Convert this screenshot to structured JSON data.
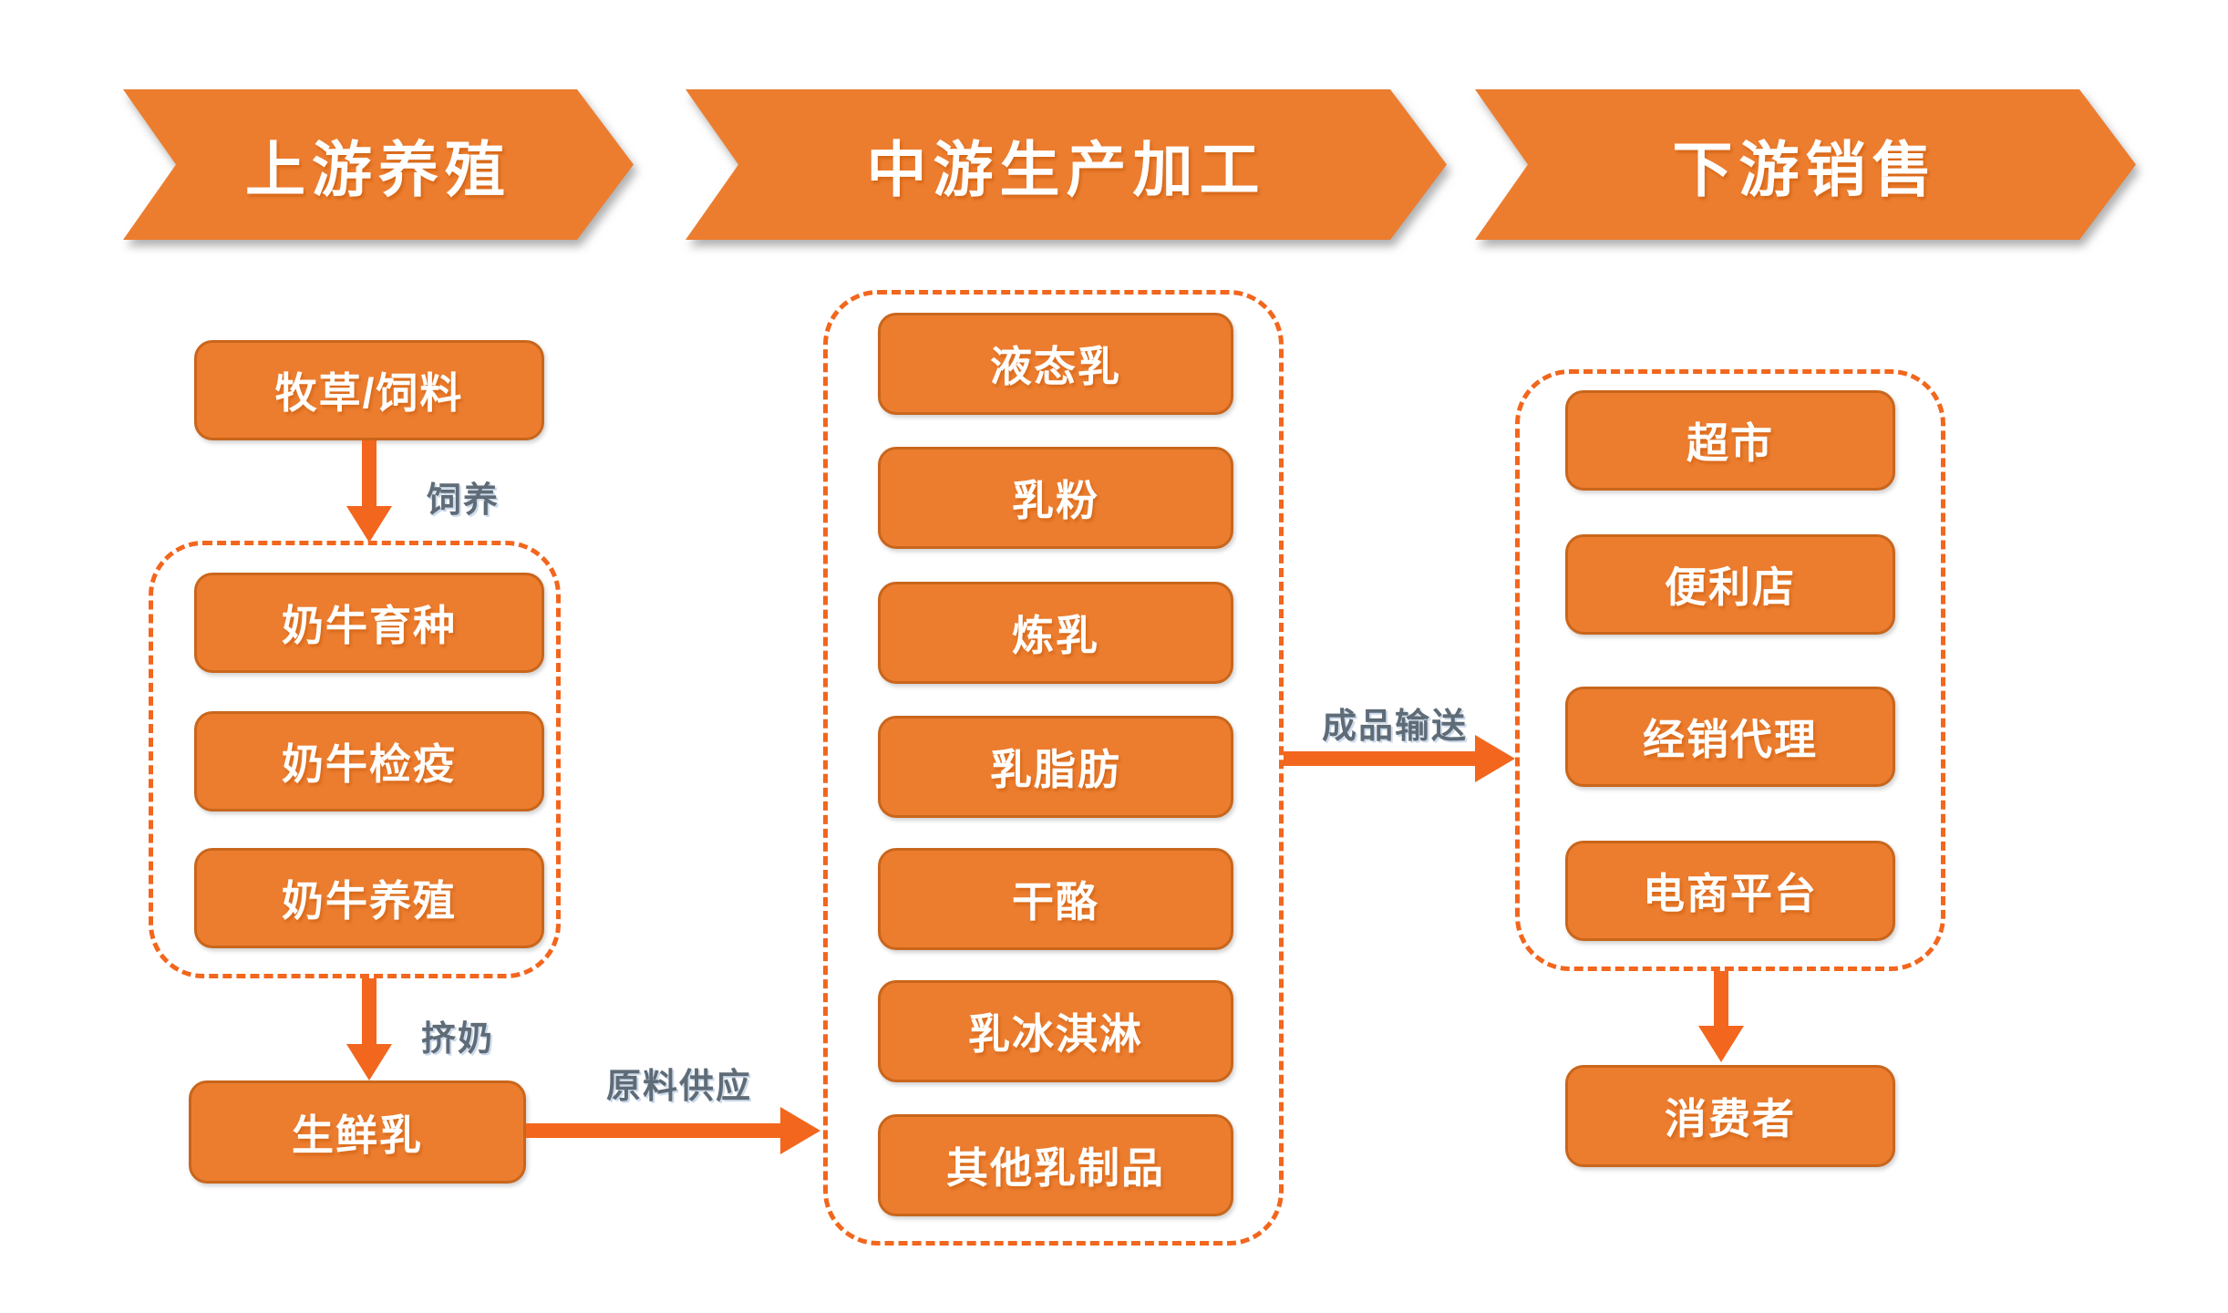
{
  "banners": [
    {
      "label": "上游养殖"
    },
    {
      "label": "中游生产加工"
    },
    {
      "label": "下游销售"
    }
  ],
  "upstream": {
    "feed": "牧草/饲料",
    "feeding_label": "饲养",
    "breeding_group": [
      "奶牛育种",
      "奶牛检疫",
      "奶牛养殖"
    ],
    "milking_label": "挤奶",
    "raw_milk": "生鲜乳"
  },
  "midstream": {
    "products": [
      "液态乳",
      "乳粉",
      "炼乳",
      "乳脂肪",
      "干酪",
      "乳冰淇淋",
      "其他乳制品"
    ]
  },
  "downstream": {
    "channels": [
      "超市",
      "便利店",
      "经销代理",
      "电商平台"
    ],
    "consumer": "消费者"
  },
  "flows": {
    "raw_material_supply": "原料供应",
    "finished_product_delivery": "成品输送"
  },
  "colors": {
    "node_fill": "#EC7D2F",
    "node_border": "#C9661C",
    "accent": "#F2661D",
    "label_gray": "#5F6B76"
  }
}
